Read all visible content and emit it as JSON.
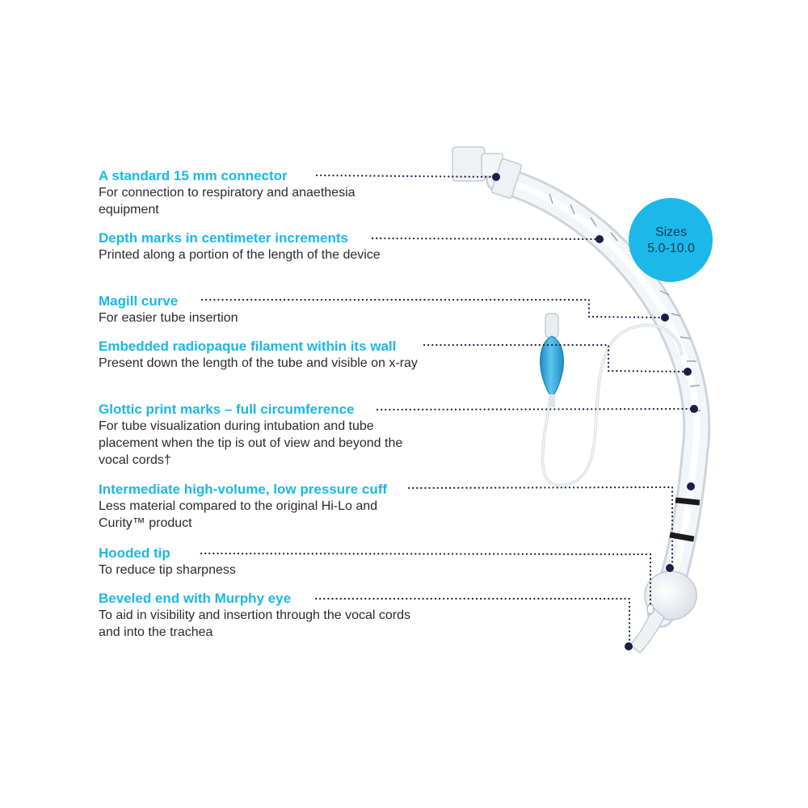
{
  "features": [
    {
      "title": "A standard 15 mm connector",
      "description": "For connection to respiratory and anaethesia equipment"
    },
    {
      "title": "Depth marks in centimeter increments",
      "description": "Printed along a portion of the length of the device"
    },
    {
      "title": "Magill curve",
      "description": "For easier tube insertion"
    },
    {
      "title": "Embedded radiopaque filament within its wall",
      "description": "Present down the length of the tube and visible on x-ray"
    },
    {
      "title": "Glottic print marks – full circumference",
      "description": "For tube visualization during intubation and tube placement when the tip is out of view and beyond the vocal cords†"
    },
    {
      "title": "Intermediate high-volume, low pressure cuff",
      "description": "Less material compared to the original Hi-Lo and Curity™ product"
    },
    {
      "title": "Hooded tip",
      "description": "To reduce tip sharpness"
    },
    {
      "title": "Beveled end with Murphy eye",
      "description": "To aid in visibility and insertion through the vocal cords and into the trachea"
    }
  ],
  "sizes_badge": {
    "line1": "Sizes",
    "line2": "5.0-10.0"
  },
  "colors": {
    "title_accent": "#1ab8e6",
    "badge_fill": "#1cb8ea",
    "badge_text": "#1b3d55",
    "leader_dots": "#1b1f4a",
    "description_text": "#2b2b2b",
    "pilot_balloon": "#2a9fd6"
  }
}
